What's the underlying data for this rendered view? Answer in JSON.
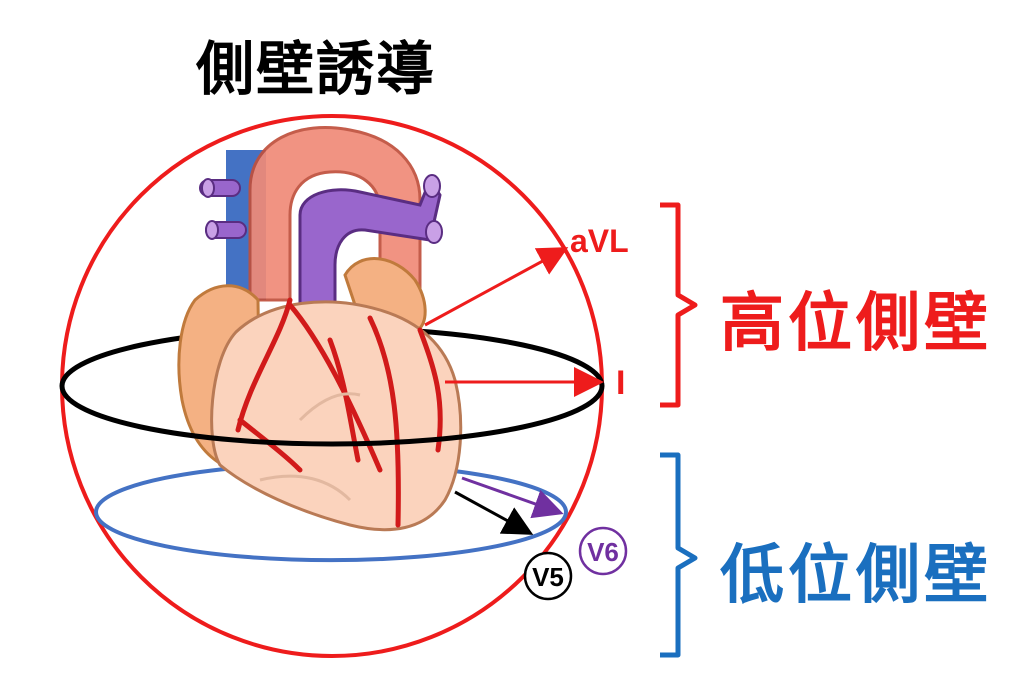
{
  "title": "側壁誘導",
  "leads": {
    "avl": "aVL",
    "i": "I",
    "v5": "V5",
    "v6": "V6"
  },
  "regions": {
    "high_lateral": "高位側壁",
    "low_lateral": "低位側壁"
  },
  "colors": {
    "high": "#ee1c1c",
    "low": "#1a6fbf",
    "v6": "#7030a0",
    "black": "#000000"
  }
}
